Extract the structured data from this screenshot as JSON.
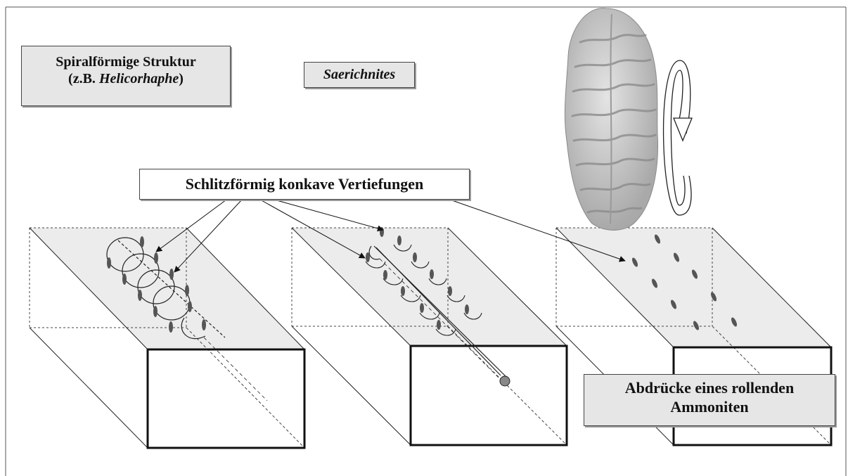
{
  "labels": {
    "spiral_line1": "Spiralförmige Struktur",
    "spiral_line2_prefix": "(z.B. ",
    "spiral_line2_italic": "Helicorhaphe",
    "spiral_line2_suffix": ")",
    "saerichnites": "Saerichnites",
    "schlitz": "Schlitzförmig konkave Vertiefungen",
    "ammon_line1": "Abdrücke eines rollenden",
    "ammon_line2": "Ammoniten"
  },
  "colors": {
    "block_top": "#ececec",
    "label_fill": "#e6e6e6",
    "slot_fill": "#555555",
    "fossil_fill": "#c9c9c9"
  }
}
